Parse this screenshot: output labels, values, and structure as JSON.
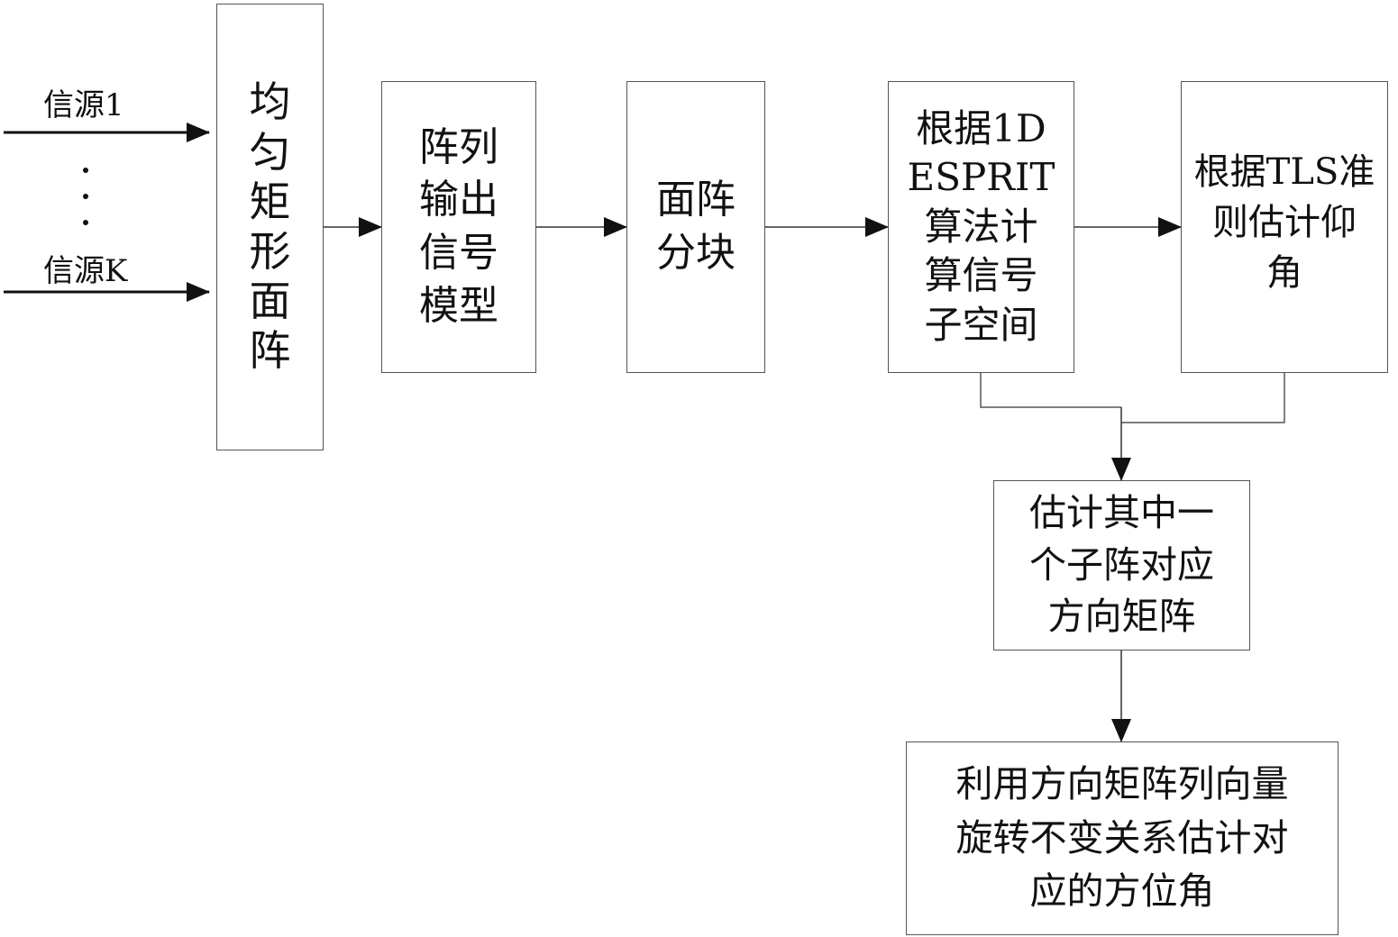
{
  "sources": {
    "first": "信源1",
    "last": "信源K"
  },
  "boxes": {
    "uniform_array": "均\n匀\n矩\n形\n面\n阵",
    "output_model": "阵列\n输出\n信号\n模型",
    "partition": "面阵\n分块",
    "esprit": "根据1D\nESPRIT\n算法计\n算信号\n子空间",
    "tls": "根据TLS准\n则估计仰\n角",
    "direction_matrix": "估计其中一\n个子阵对应\n方向矩阵",
    "azimuth": "利用方向矩阵列向量\n旋转不变关系估计对\n应的方位角"
  }
}
